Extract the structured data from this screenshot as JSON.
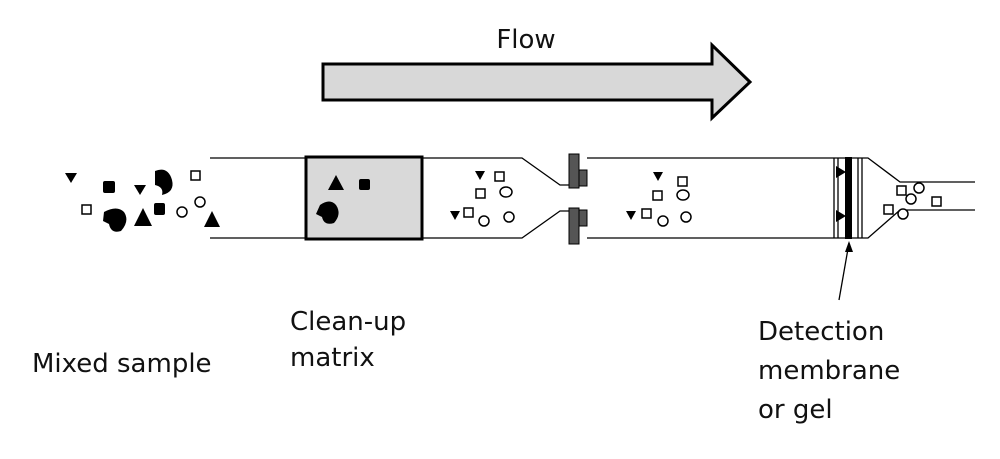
{
  "flow_label": "Flow",
  "labels": {
    "mixed_sample": "Mixed sample",
    "cleanup_matrix": [
      "Clean-up",
      "matrix"
    ],
    "detection": [
      "Detection",
      "membrane",
      "or gel"
    ]
  },
  "colors": {
    "arrow_fill": "#d8d8d8",
    "matrix_fill": "#d9d9d9",
    "stroke": "#000000",
    "connector": "#555555"
  }
}
